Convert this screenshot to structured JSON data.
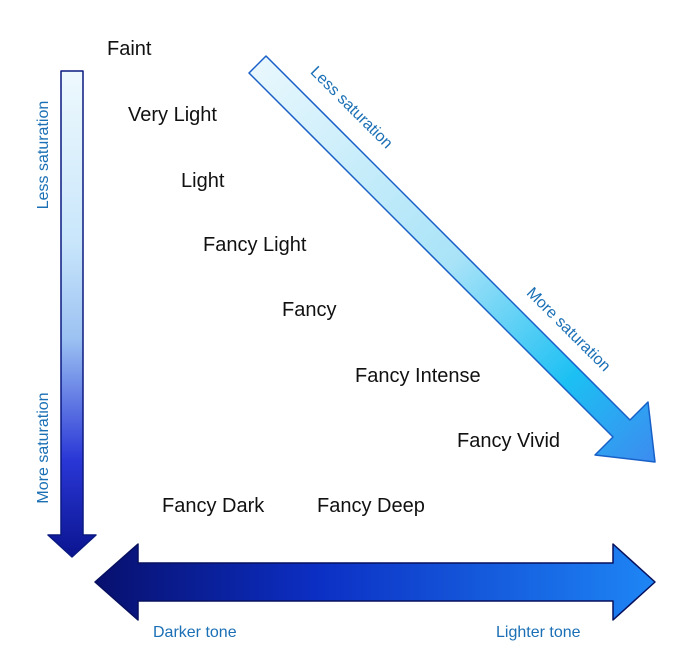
{
  "grades": [
    "Faint",
    "Very Light",
    "Light",
    "Fancy Light",
    "Fancy",
    "Fancy Intense",
    "Fancy Vivid",
    "Fancy Dark",
    "Fancy Deep"
  ],
  "vertical_arrow": {
    "top_label": "Less saturation",
    "bottom_label": "More saturation"
  },
  "diagonal_arrow": {
    "start_label": "Less saturation",
    "end_label": "More saturation"
  },
  "horizontal_arrow": {
    "left_label": "Darker tone",
    "right_label": "Lighter tone"
  },
  "colors": {
    "label_blue": "#1a6fb5",
    "text": "#111111",
    "light_cyan": "#e4f6fd",
    "cyan": "#0fb7f2",
    "deep_blue": "#0a1490",
    "navy": "#08106e",
    "bright_blue": "#1e7cf0"
  }
}
